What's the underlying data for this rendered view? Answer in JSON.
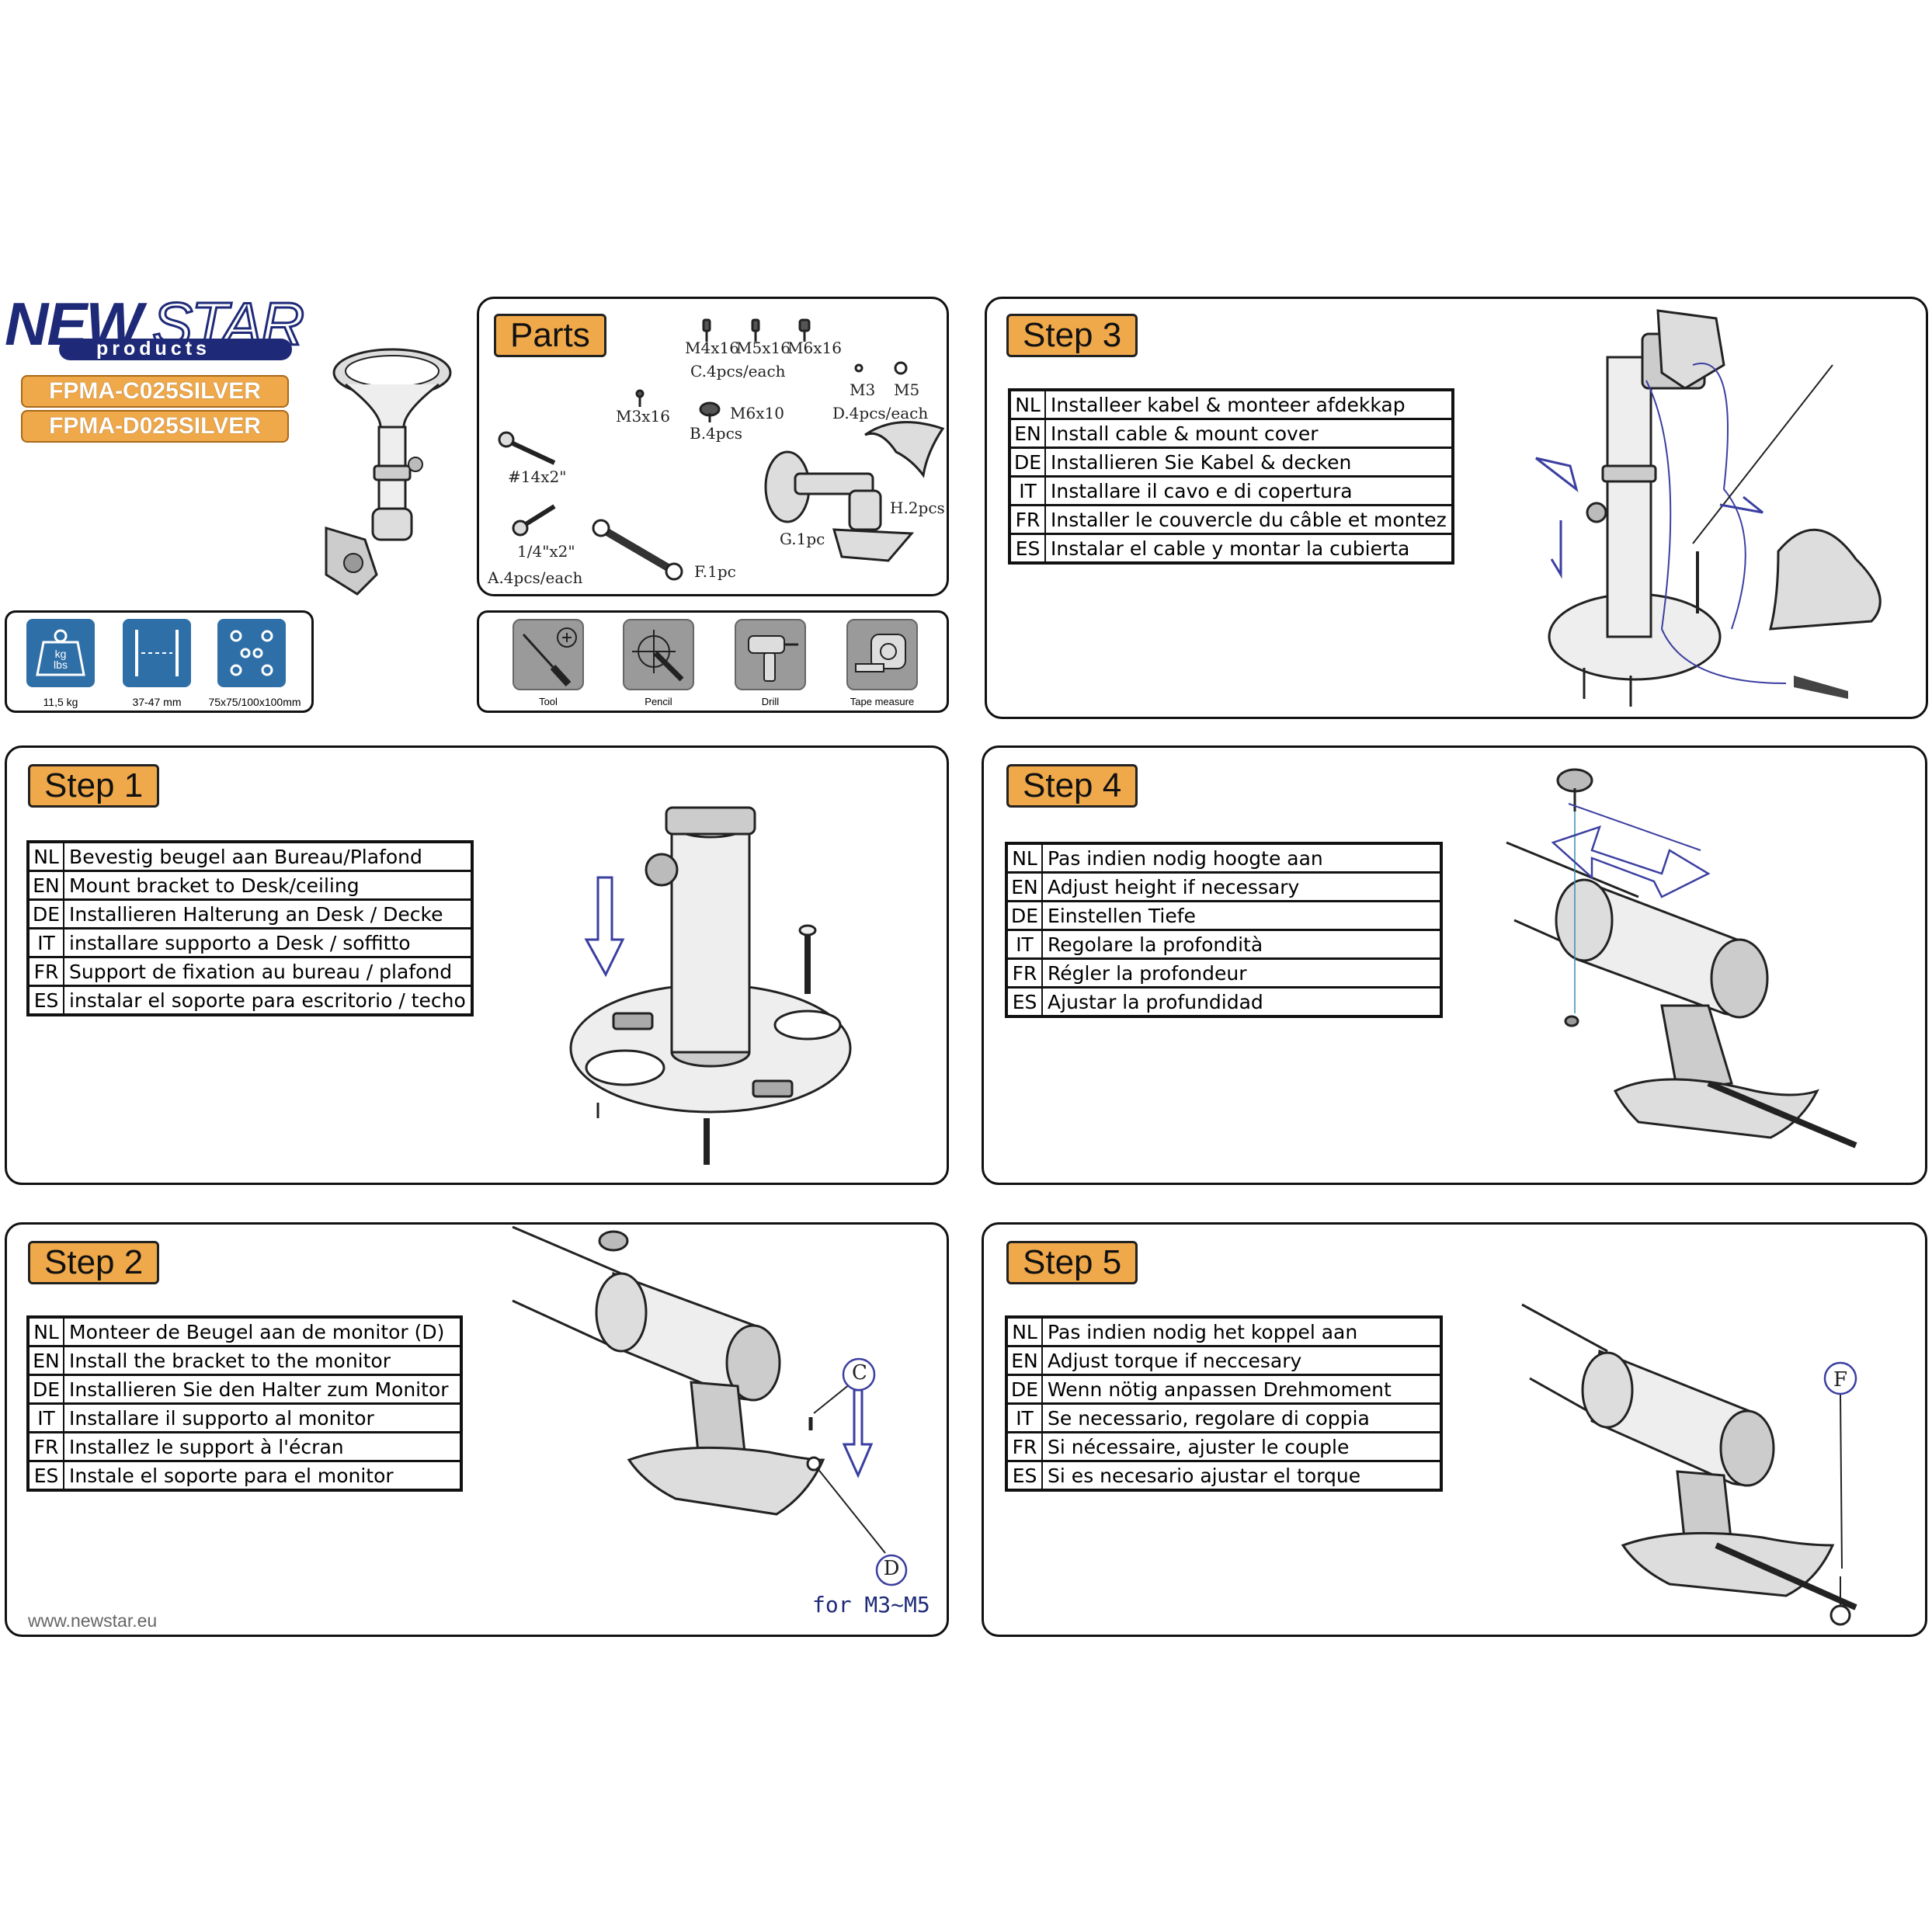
{
  "brand": {
    "name_a": "NEW",
    "name_b": "STAR",
    "sub": "products"
  },
  "models": [
    "FPMA-C025SILVER",
    "FPMA-D025SILVER"
  ],
  "specs": [
    {
      "icon": "weight-icon",
      "label": "11,5 kg"
    },
    {
      "icon": "width-range-icon",
      "label": "37-47 mm"
    },
    {
      "icon": "vesa-pattern-icon",
      "label": "75x75/100x100mm"
    }
  ],
  "parts": {
    "title": "Parts",
    "labels": {
      "m4": "M4x16",
      "m5": "M5x16",
      "m6": "M6x16",
      "c": "C.4pcs/each",
      "m3small": "M3",
      "m5small": "M5",
      "m3x16": "M3x16",
      "m6x10": "M6x10",
      "b": "B.4pcs",
      "d": "D.4pcs/each",
      "n14": "#14x2\"",
      "quarter": "1/4\"x2\"",
      "a": "A.4pcs/each",
      "f": "F.1pc",
      "g": "G.1pc",
      "h": "H.2pcs"
    }
  },
  "tools": [
    {
      "icon": "screwdriver-icon",
      "label": "Tool"
    },
    {
      "icon": "pencil-icon",
      "label": "Pencil"
    },
    {
      "icon": "drill-icon",
      "label": "Drill"
    },
    {
      "icon": "tape-measure-icon",
      "label": "Tape measure"
    }
  ],
  "steps": {
    "step1": {
      "title": "Step 1",
      "rows": [
        [
          "NL",
          "Bevestig beugel aan Bureau/Plafond"
        ],
        [
          "EN",
          "Mount bracket to Desk/ceiling"
        ],
        [
          "DE",
          "Installieren Halterung an Desk / Decke"
        ],
        [
          "IT",
          "installare supporto a Desk / soffitto"
        ],
        [
          "FR",
          "Support de fixation au bureau / plafond"
        ],
        [
          "ES",
          "instalar el soporte para escritorio / techo"
        ]
      ]
    },
    "step2": {
      "title": "Step 2",
      "rows": [
        [
          "NL",
          "Monteer de Beugel aan de monitor (D)"
        ],
        [
          "EN",
          "Install the bracket to the monitor"
        ],
        [
          "DE",
          "Installieren Sie den Halter zum Monitor"
        ],
        [
          "IT",
          "Installare il supporto al monitor"
        ],
        [
          "FR",
          "Installez le support à l'écran"
        ],
        [
          "ES",
          "Instale el soporte para el monitor"
        ]
      ],
      "callout_c": "C",
      "callout_d": "D",
      "note": "for M3~M5"
    },
    "step3": {
      "title": "Step 3",
      "rows": [
        [
          "NL",
          "Installeer kabel & monteer afdekkap"
        ],
        [
          "EN",
          "Install cable & mount cover"
        ],
        [
          "DE",
          "Installieren Sie Kabel & decken"
        ],
        [
          "IT",
          "Installare il cavo e di copertura"
        ],
        [
          "FR",
          "Installer le couvercle du câble et montez"
        ],
        [
          "ES",
          "Instalar el cable y montar la cubierta"
        ]
      ]
    },
    "step4": {
      "title": "Step 4",
      "rows": [
        [
          "NL",
          "Pas indien nodig hoogte aan"
        ],
        [
          "EN",
          "Adjust height if necessary"
        ],
        [
          "DE",
          "Einstellen Tiefe"
        ],
        [
          "IT",
          "Regolare la profondità"
        ],
        [
          "FR",
          "Régler la profondeur"
        ],
        [
          "ES",
          "Ajustar la profundidad"
        ]
      ]
    },
    "step5": {
      "title": "Step 5",
      "rows": [
        [
          "NL",
          "Pas indien nodig het koppel aan"
        ],
        [
          "EN",
          "Adjust torque if neccesary"
        ],
        [
          "DE",
          "Wenn nötig anpassen Drehmoment"
        ],
        [
          "IT",
          "Se necessario, regolare di coppia"
        ],
        [
          "FR",
          "Si nécessaire, ajuster le couple"
        ],
        [
          "ES",
          "Si es necesario ajustar el torque"
        ]
      ],
      "callout_f": "F"
    }
  },
  "footer": {
    "url": "www.newstar.eu"
  }
}
